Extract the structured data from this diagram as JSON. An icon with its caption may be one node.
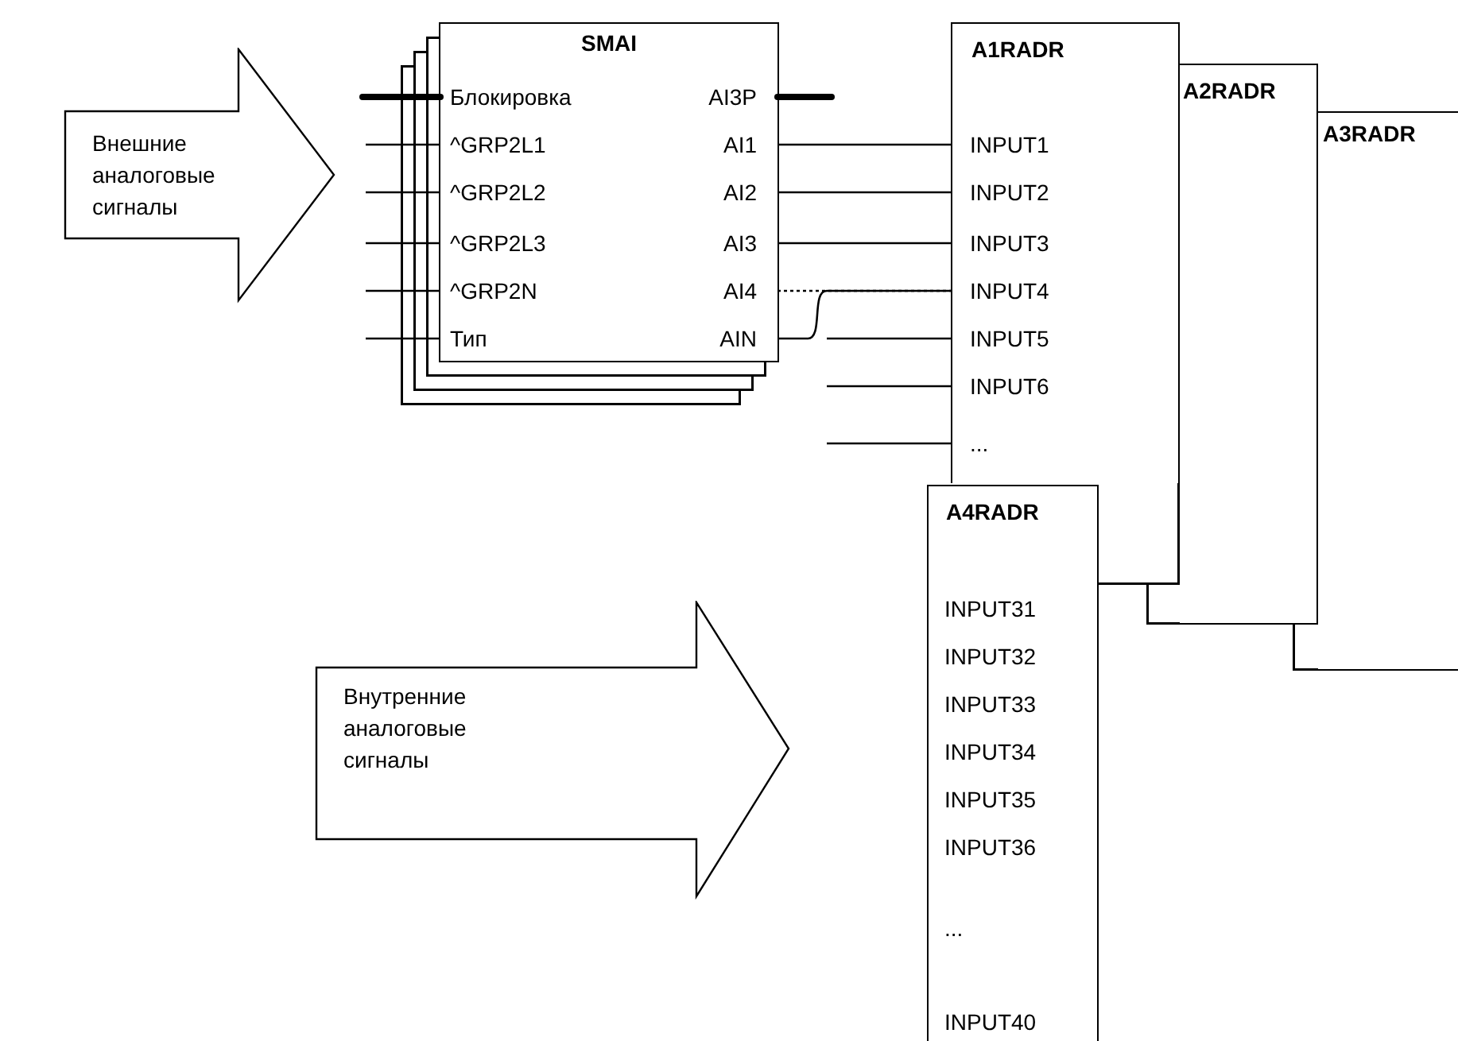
{
  "diagram": {
    "nodes": [
      {
        "text": [
          "Внешние аналоговые сигналы"
        ]
      },
      {
        "text": [
          "SMAI"
        ]
      },
      {
        "text": [
          "Блокировка"
        ],
        "in": 1
      },
      {
        "text": [
          "AI3P"
        ],
        "in": 1
      },
      {
        "text": [
          "^GRP2L1"
        ],
        "in": 1
      },
      {
        "text": [
          "AI1"
        ],
        "in": 1
      },
      {
        "text": [
          "^GRP2L2"
        ],
        "in": 1
      },
      {
        "text": [
          "AI2"
        ],
        "in": 1
      },
      {
        "text": [
          "^GRP2L3"
        ],
        "in": 1
      },
      {
        "text": [
          "AI3"
        ],
        "in": 1
      },
      {
        "text": [
          "^GRP2N"
        ],
        "in": 1
      },
      {
        "text": [
          "AI4"
        ],
        "in": 1
      },
      {
        "text": [
          "Тип"
        ],
        "in": 1
      },
      {
        "text": [
          "AIN"
        ],
        "in": 1
      },
      {
        "text": [
          "A1RADR"
        ]
      },
      {
        "text": [
          "INPUT1"
        ],
        "in": 14
      },
      {
        "text": [
          "INPUT2"
        ],
        "in": 14
      },
      {
        "text": [
          "INPUT3"
        ],
        "in": 14
      },
      {
        "text": [
          "INPUT4"
        ],
        "in": 14
      },
      {
        "text": [
          "INPUT5"
        ],
        "in": 14
      },
      {
        "text": [
          "INPUT6"
        ],
        "in": 14
      },
      {
        "text": [
          "..."
        ],
        "in": 14
      },
      {
        "text": [
          "A2RADR"
        ]
      },
      {
        "text": [
          "A3RADR"
        ]
      },
      {
        "text": [
          "A4RADR"
        ]
      },
      {
        "text": [
          "INPUT31"
        ],
        "in": 24
      },
      {
        "text": [
          "INPUT32"
        ],
        "in": 24
      },
      {
        "text": [
          "INPUT33"
        ],
        "in": 24
      },
      {
        "text": [
          "INPUT34"
        ],
        "in": 24
      },
      {
        "text": [
          "INPUT35"
        ],
        "in": 24
      },
      {
        "text": [
          "INPUT36"
        ],
        "in": 24
      },
      {
        "text": [
          "..."
        ],
        "in": 24
      },
      {
        "text": [
          "INPUT40"
        ],
        "in": 24
      },
      {
        "text": [
          "Внутренние аналоговые сигналы"
        ]
      }
    ],
    "edges": [
      {
        "from": null,
        "to": 2,
        "arrow": "none",
        "style": "thick"
      },
      {
        "from": null,
        "to": 4,
        "arrow": "none"
      },
      {
        "from": null,
        "to": 6,
        "arrow": "none"
      },
      {
        "from": null,
        "to": 8,
        "arrow": "none"
      },
      {
        "from": null,
        "to": 10,
        "arrow": "none"
      },
      {
        "from": null,
        "to": 12,
        "arrow": "none"
      },
      {
        "from": 3,
        "to": null,
        "arrow": "none",
        "style": "thick"
      },
      {
        "from": 5,
        "to": 15,
        "arrow": "none"
      },
      {
        "from": 7,
        "to": 16,
        "arrow": "none"
      },
      {
        "from": 9,
        "to": 17,
        "arrow": "none"
      },
      {
        "from": 11,
        "to": 18,
        "arrow": "none",
        "style": "dashed"
      },
      {
        "from": 13,
        "to": 18,
        "arrow": "none"
      },
      {
        "from": null,
        "to": 19,
        "arrow": "none"
      },
      {
        "from": null,
        "to": 20,
        "arrow": "none"
      },
      {
        "from": null,
        "to": 21,
        "arrow": "none"
      }
    ]
  }
}
